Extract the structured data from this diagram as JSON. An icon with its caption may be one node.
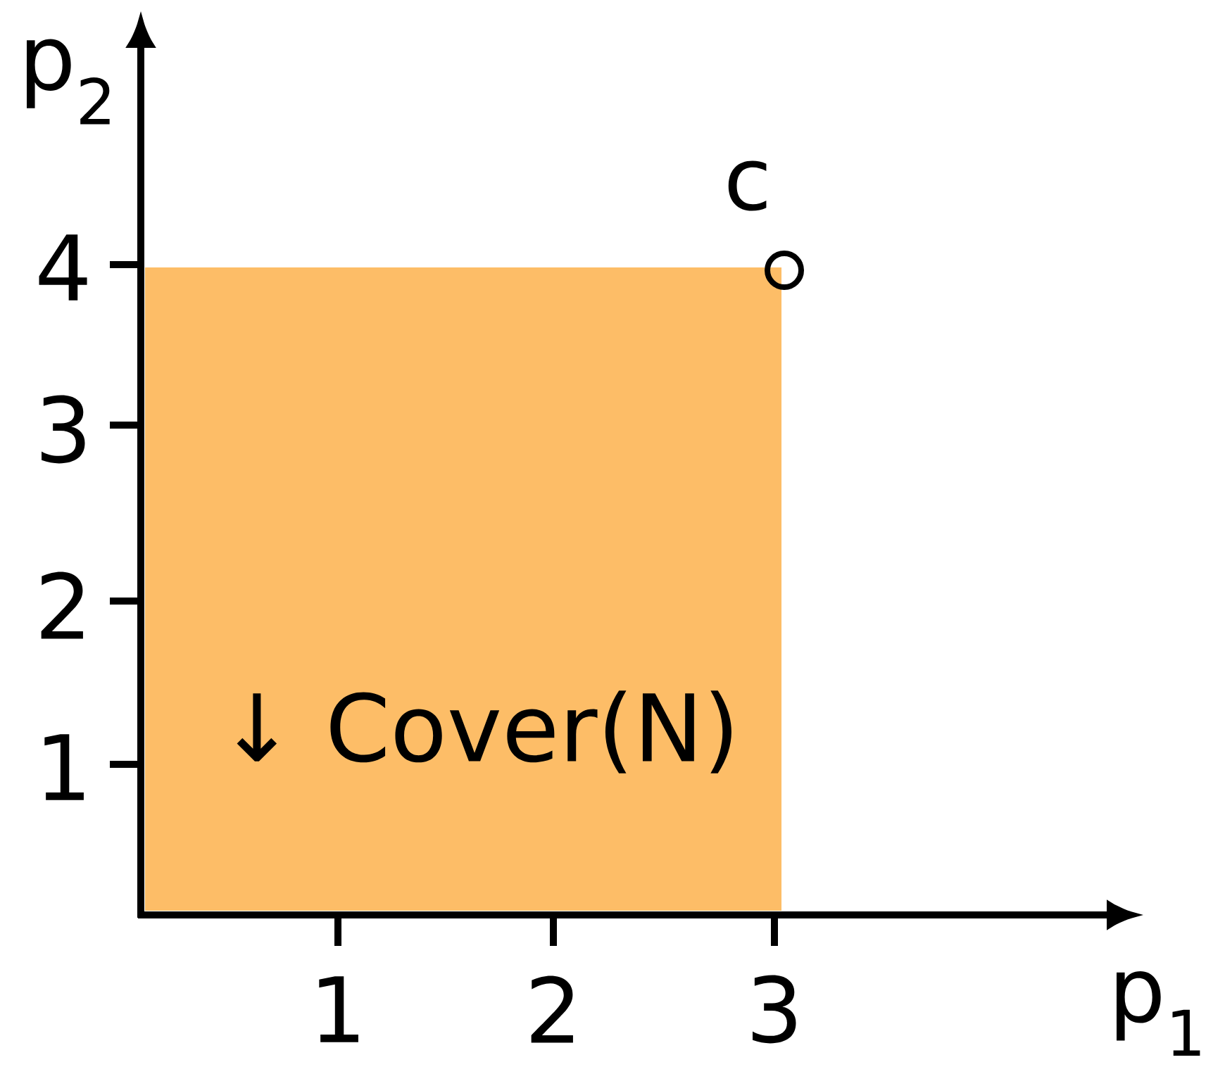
{
  "diagram": {
    "nodes": [
      {
        "text": [
          "↓ Cover(N)"
        ]
      },
      {
        "text": [],
        "shape": "circle",
        "beside": [
          "c"
        ]
      }
    ],
    "labels": [
      "p$_{2}$",
      "4",
      "3",
      "2",
      "1",
      "1",
      "2",
      "3",
      "p$_{1}$"
    ]
  }
}
